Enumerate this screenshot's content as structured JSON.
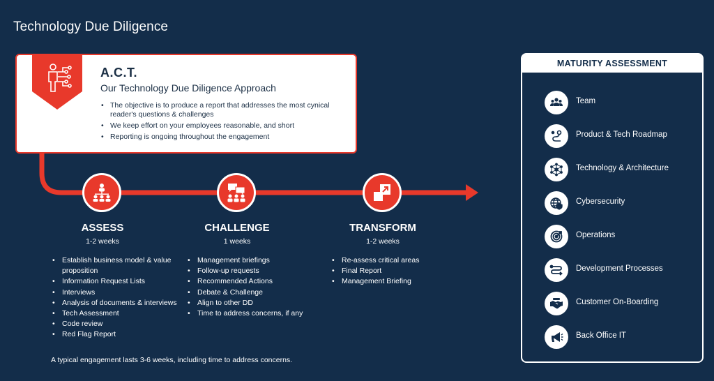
{
  "page": {
    "title": "Technology Due Diligence"
  },
  "colors": {
    "background": "#132d4a",
    "accent": "#e8392b",
    "card": "#ffffff",
    "text_dark": "#1b2f45"
  },
  "act": {
    "icon": "person-network-icon",
    "title": "A.C.T.",
    "subtitle": "Our Technology Due Diligence Approach",
    "bullets": [
      "The objective is to produce a report that addresses the most cynical reader's questions & challenges",
      "We keep effort on your employees reasonable, and short",
      "Reporting is ongoing throughout the engagement"
    ]
  },
  "phases": [
    {
      "name": "ASSESS",
      "duration": "1-2 weeks",
      "icon": "org-chart-icon",
      "items": [
        "Establish business model & value proposition",
        "Information Request Lists",
        "Interviews",
        "Analysis of documents & interviews",
        "Tech Assessment",
        "Code review",
        "Red Flag Report"
      ]
    },
    {
      "name": "CHALLENGE",
      "duration": "1 weeks",
      "icon": "discussion-icon",
      "items": [
        "Management briefings",
        "Follow-up requests",
        "Recommended Actions",
        "Debate & Challenge",
        "Align to other DD",
        "Time to address concerns, if any"
      ]
    },
    {
      "name": "TRANSFORM",
      "duration": "1-2 weeks",
      "icon": "transform-icon",
      "items": [
        "Re-assess critical areas",
        "Final Report",
        "Management Briefing"
      ]
    }
  ],
  "footnote": "A typical engagement lasts 3-6 weeks, including time to address concerns.",
  "maturity": {
    "title": "MATURITY ASSESSMENT",
    "items": [
      {
        "label": "Team",
        "icon": "team-icon"
      },
      {
        "label": "Product & Tech Roadmap",
        "icon": "roadmap-icon"
      },
      {
        "label": "Technology & Architecture",
        "icon": "network-icon"
      },
      {
        "label": "Cybersecurity",
        "icon": "globe-shield-icon"
      },
      {
        "label": "Operations",
        "icon": "target-icon"
      },
      {
        "label": "Development Processes",
        "icon": "process-icon"
      },
      {
        "label": "Customer On-Boarding",
        "icon": "handshake-icon"
      },
      {
        "label": "Back Office IT",
        "icon": "megaphone-icon"
      }
    ]
  }
}
